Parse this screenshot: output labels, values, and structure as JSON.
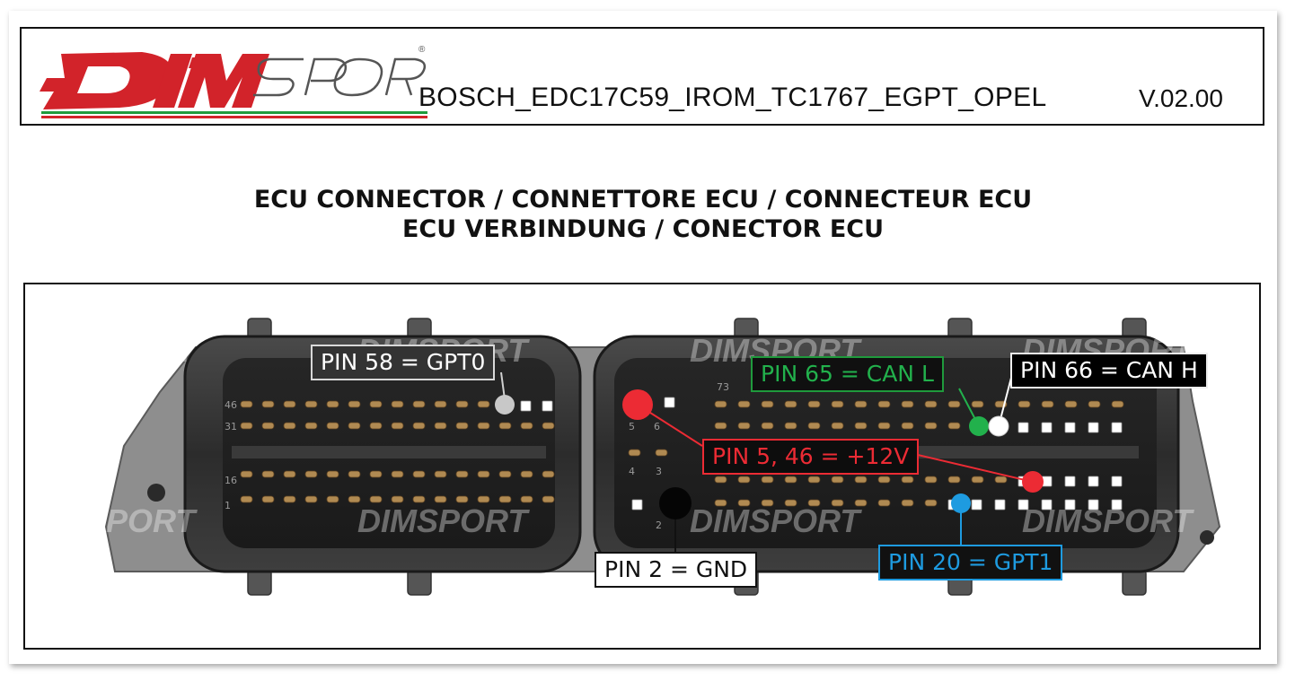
{
  "header": {
    "brand": "DIMSPORT",
    "document_id": "BOSCH_EDC17C59_IROM_TC1767_EGPT_OPEL",
    "version": "V.02.00"
  },
  "title": {
    "line1": "ECU CONNECTOR / CONNETTORE ECU / CONNECTEUR ECU",
    "line2": "ECU VERBINDUNG / CONECTOR ECU"
  },
  "pin_labels": {
    "gpt0": "PIN 58 = GPT0",
    "can_l": "PIN 65 = CAN L",
    "can_h": "PIN 66 = CAN H",
    "power": "PIN 5, 46 = +12V",
    "gnd": "PIN 2 = GND",
    "gpt1": "PIN 20 = GPT1"
  },
  "connector_numbers": {
    "left_top": "46",
    "left_mid": "31",
    "left_bottom": "16",
    "left_end": "1",
    "small_5": "5",
    "small_6": "6",
    "small_4": "4",
    "small_3": "3",
    "small_2": "2",
    "right_top": "73"
  },
  "colors": {
    "logo_red": "#d2232a",
    "logo_green": "#1f9a3c",
    "power_red": "#ec2b34",
    "can_green": "#22b14c",
    "gpt1_blue": "#1e9be0",
    "gpt0_grey": "#c8c8c8"
  }
}
